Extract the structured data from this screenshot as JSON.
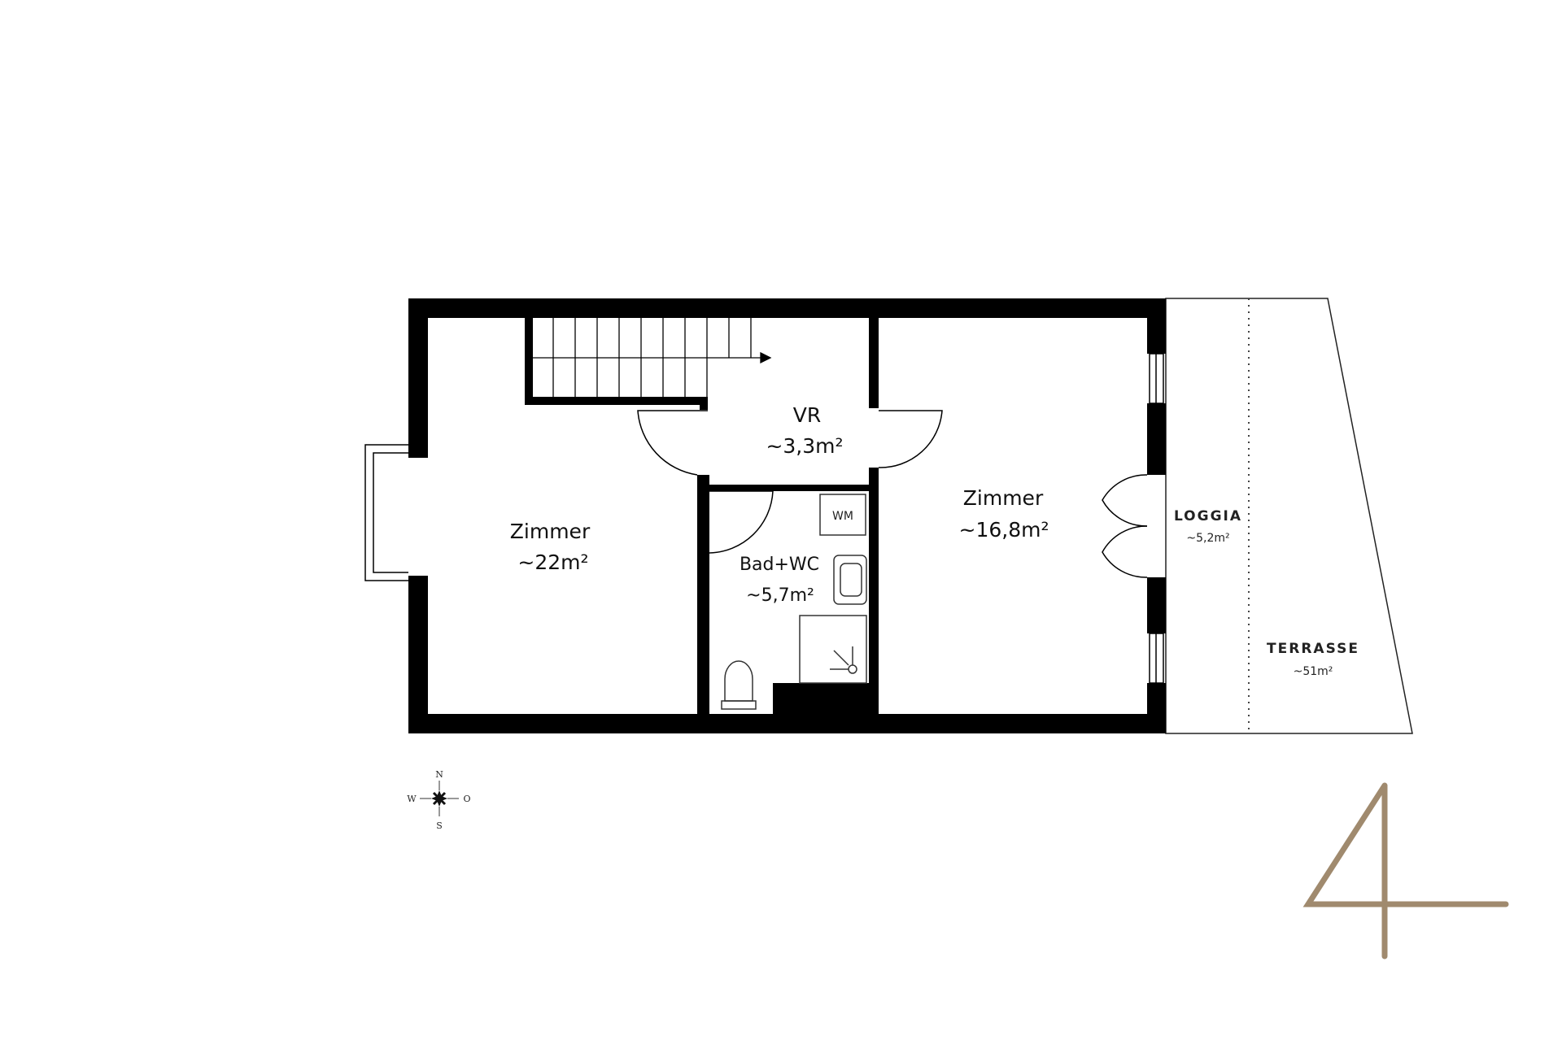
{
  "rooms": {
    "vr": {
      "name": "VR",
      "area": "~3,3m²"
    },
    "zimmer_left": {
      "name": "Zimmer",
      "area": "~22m²"
    },
    "zimmer_right": {
      "name": "Zimmer",
      "area": "~16,8m²"
    },
    "bad": {
      "name": "Bad+WC",
      "area": "~5,7m²"
    },
    "loggia": {
      "name": "LOGGIA",
      "area": "~5,2m²"
    },
    "terrasse": {
      "name": "TERRASSE",
      "area": "~51m²"
    }
  },
  "fixtures": {
    "washing_machine": "WM"
  },
  "compass": {
    "n": "N",
    "s": "S",
    "w": "W",
    "o": "O"
  },
  "unit_number": "4",
  "colors": {
    "wall": "#000000",
    "accent": "#a08a6e"
  }
}
